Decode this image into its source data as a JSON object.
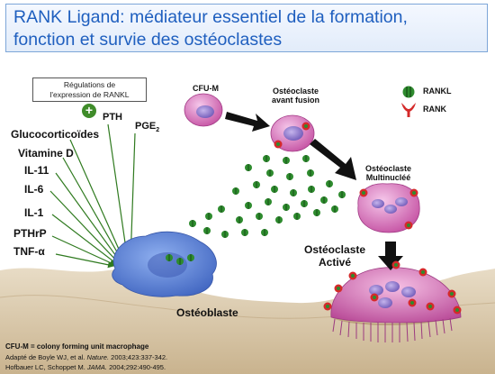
{
  "title": {
    "line1": "RANK Ligand: médiateur essentiel de la formation,",
    "line2": "fonction et survie des ostéoclastes"
  },
  "regulation_box": {
    "line1": "Régulations de",
    "line2": "l'expression de RANKL",
    "plus_symbol": "+"
  },
  "factors": [
    "PTH",
    "PGE",
    "Glucocorticoïdes",
    "Vitamine D",
    "IL-11",
    "IL-6",
    "IL-1",
    "PTHrP",
    "TNF-α"
  ],
  "pge_subscript": "2",
  "cells": {
    "cfu": "CFU-M",
    "pre_line1": "Ostéoclaste",
    "pre_line2": "avant fusion",
    "multi_line1": "Ostéoclaste",
    "multi_line2": "Multinucléé",
    "active_line1": "Ostéoclaste",
    "active_line2": "Activé",
    "osteoblast": "Ostéoblaste"
  },
  "legend": {
    "rankl": "RANKL",
    "rank": "RANK"
  },
  "footnotes": {
    "definition": "CFU-M = colony forming unit macrophage",
    "ref1_prefix": "Adapté de Boyle WJ, et al. ",
    "ref1_journal": "Nature.",
    "ref1_suffix": " 2003;423:337-342.",
    "ref2_prefix": "Hofbauer LC, Schoppet M. ",
    "ref2_journal": "JAMA.",
    "ref2_suffix": " 2004;292:490-495."
  },
  "colors": {
    "title_text": "#1f5fbf",
    "title_border": "#7da6d8",
    "osteoblast": "#5b82d6",
    "osteoclast": "#d65fb0",
    "rankl": "#2e8b2e",
    "rank": "#d42a2a",
    "bone": "#d8c7a8"
  }
}
